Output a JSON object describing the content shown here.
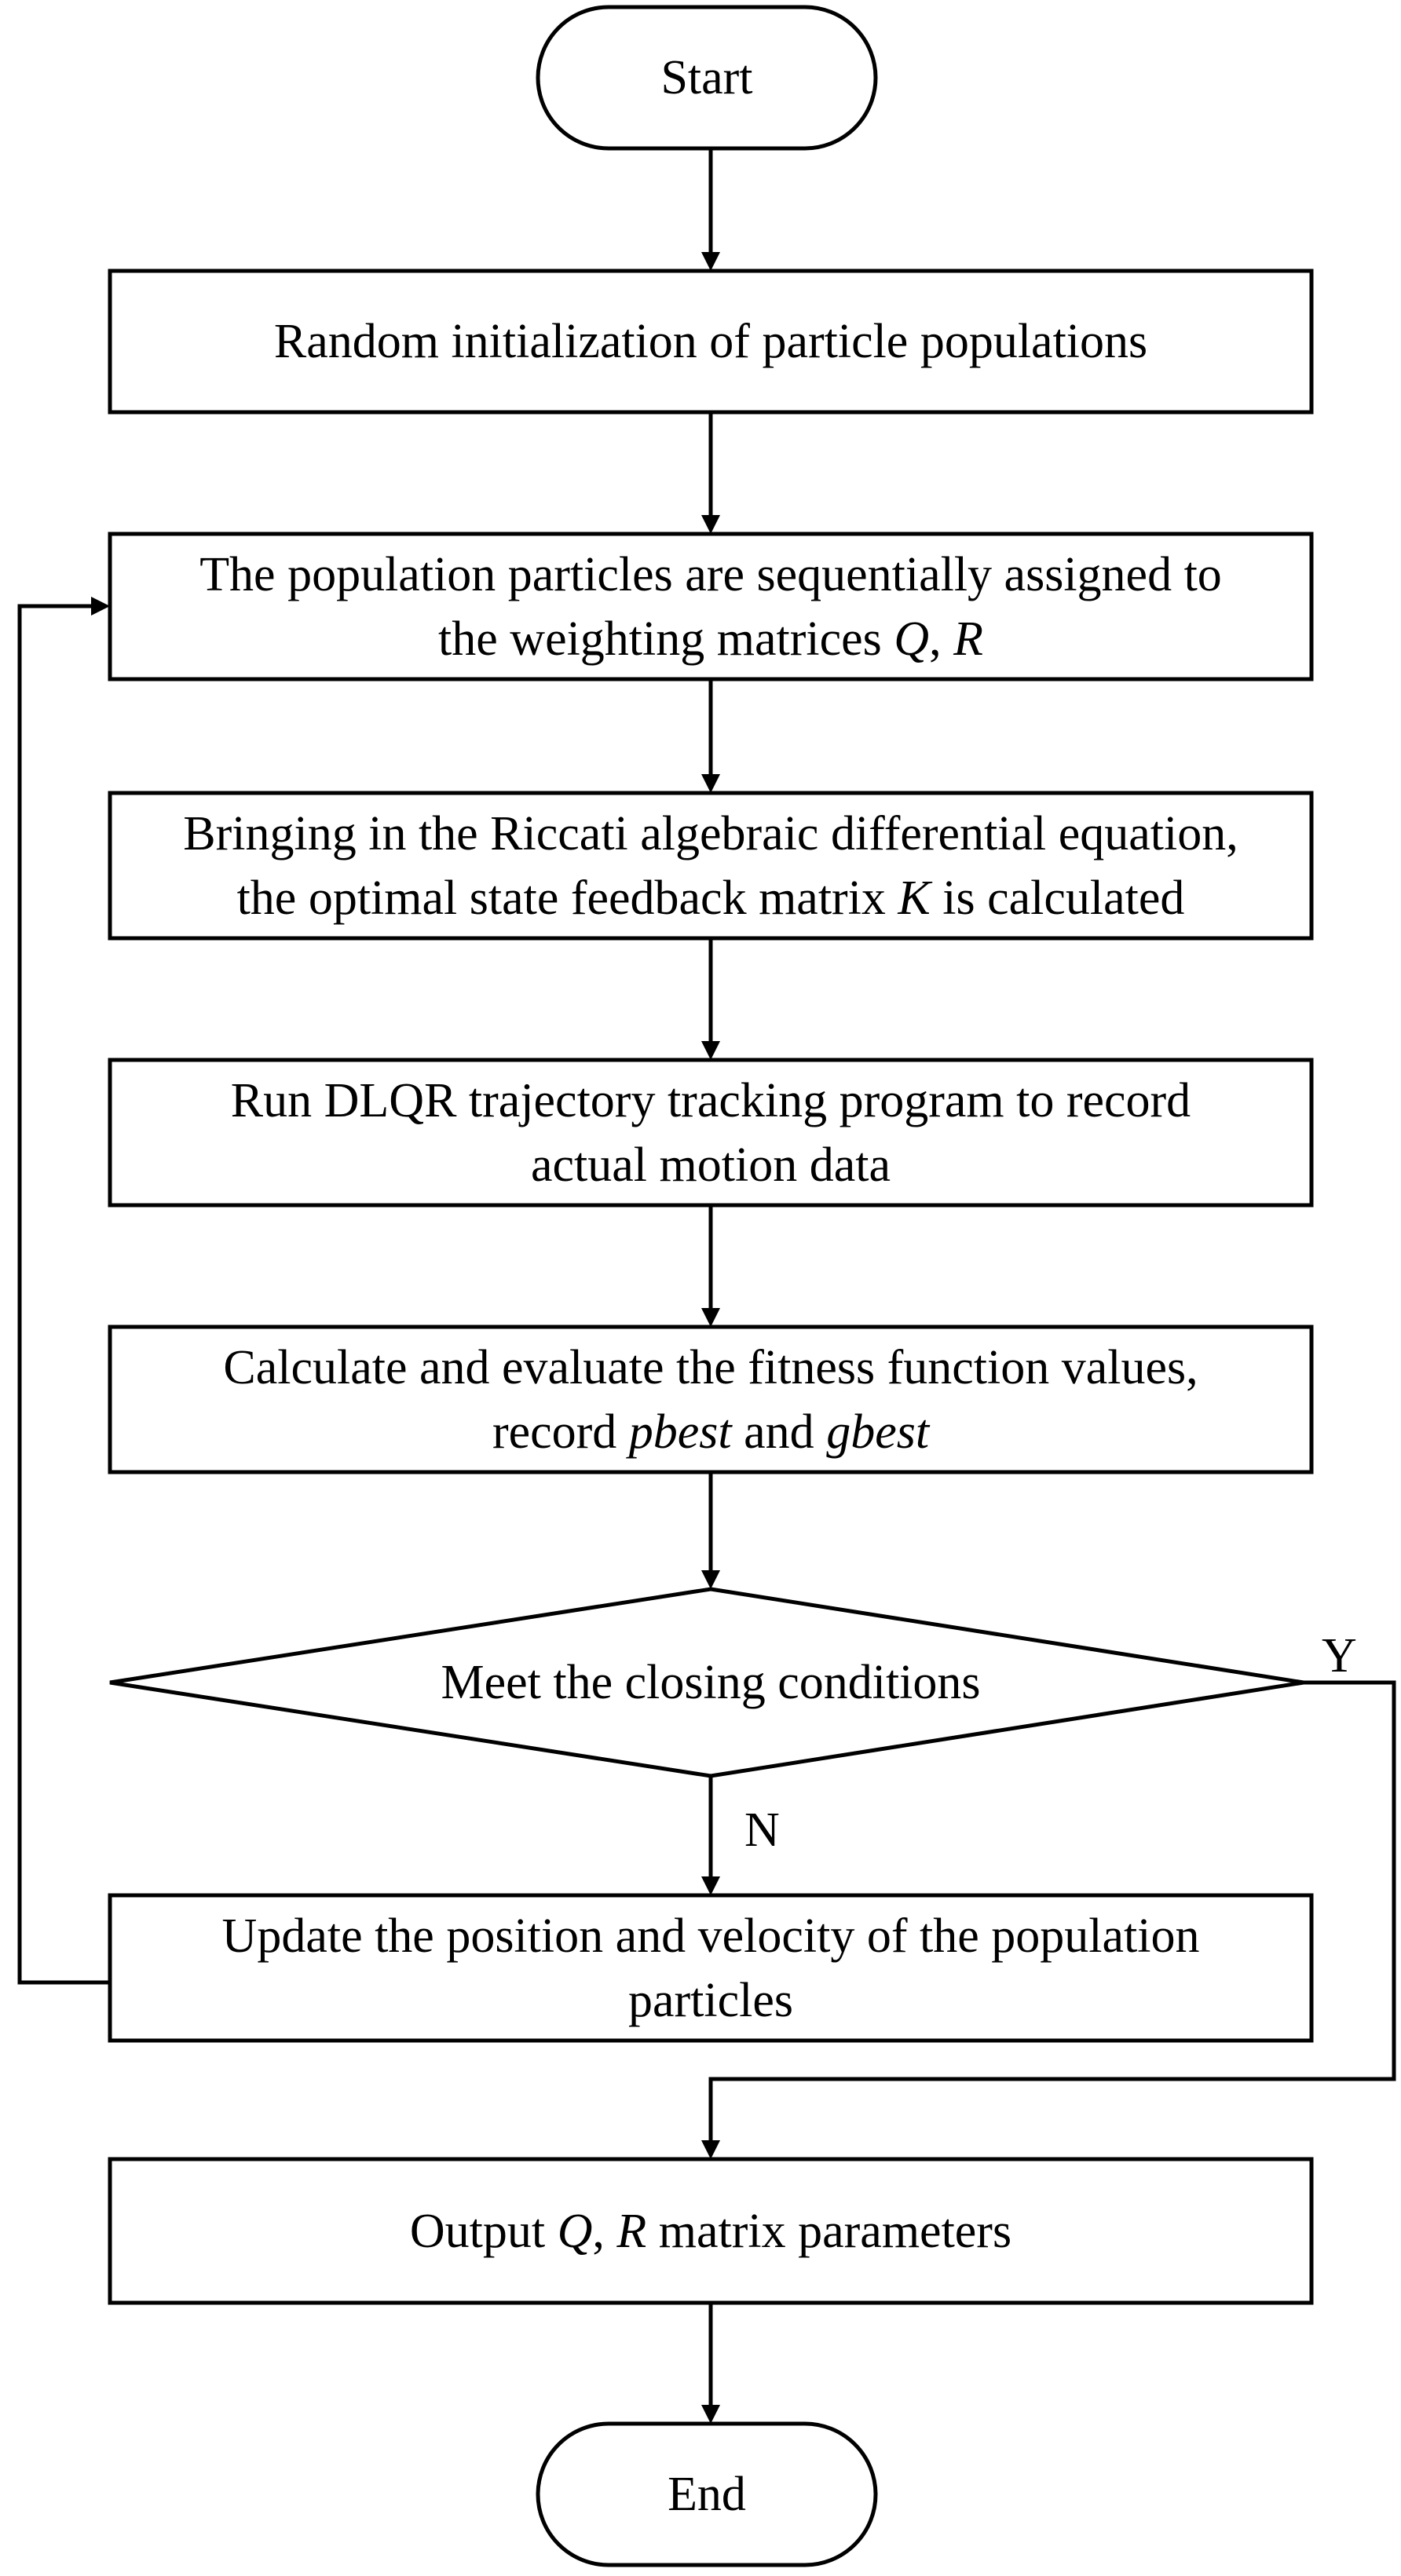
{
  "nodes": {
    "start": {
      "text": "Start"
    },
    "init": {
      "text": "Random initialization of particle populations"
    },
    "assign": {
      "line1": "The population particles are sequentially assigned to",
      "line2_pre": "the weighting matrices ",
      "line2_q": "Q",
      "line2_sep": ", ",
      "line2_r": "R"
    },
    "riccati": {
      "line1": "Bringing in the Riccati algebraic differential equation,",
      "line2_pre": "the optimal state feedback matrix ",
      "line2_k": "K",
      "line2_post": " is calculated"
    },
    "run": {
      "line1": "Run DLQR trajectory tracking program to record",
      "line2": "actual motion data"
    },
    "evaluate": {
      "line1": "Calculate and evaluate the fitness function values,",
      "line2_pre": "record ",
      "line2_pbest": "pbest",
      "line2_mid": " and ",
      "line2_gbest": "gbest"
    },
    "decision": {
      "text": "Meet the closing conditions"
    },
    "update": {
      "line1": "Update the position and velocity of the population",
      "line2": "particles"
    },
    "output": {
      "pre": "Output ",
      "q": "Q",
      "sep": ", ",
      "r": "R",
      "post": " matrix parameters"
    },
    "end": {
      "text": "End"
    }
  },
  "edge_labels": {
    "yes": "Y",
    "no": "N"
  }
}
